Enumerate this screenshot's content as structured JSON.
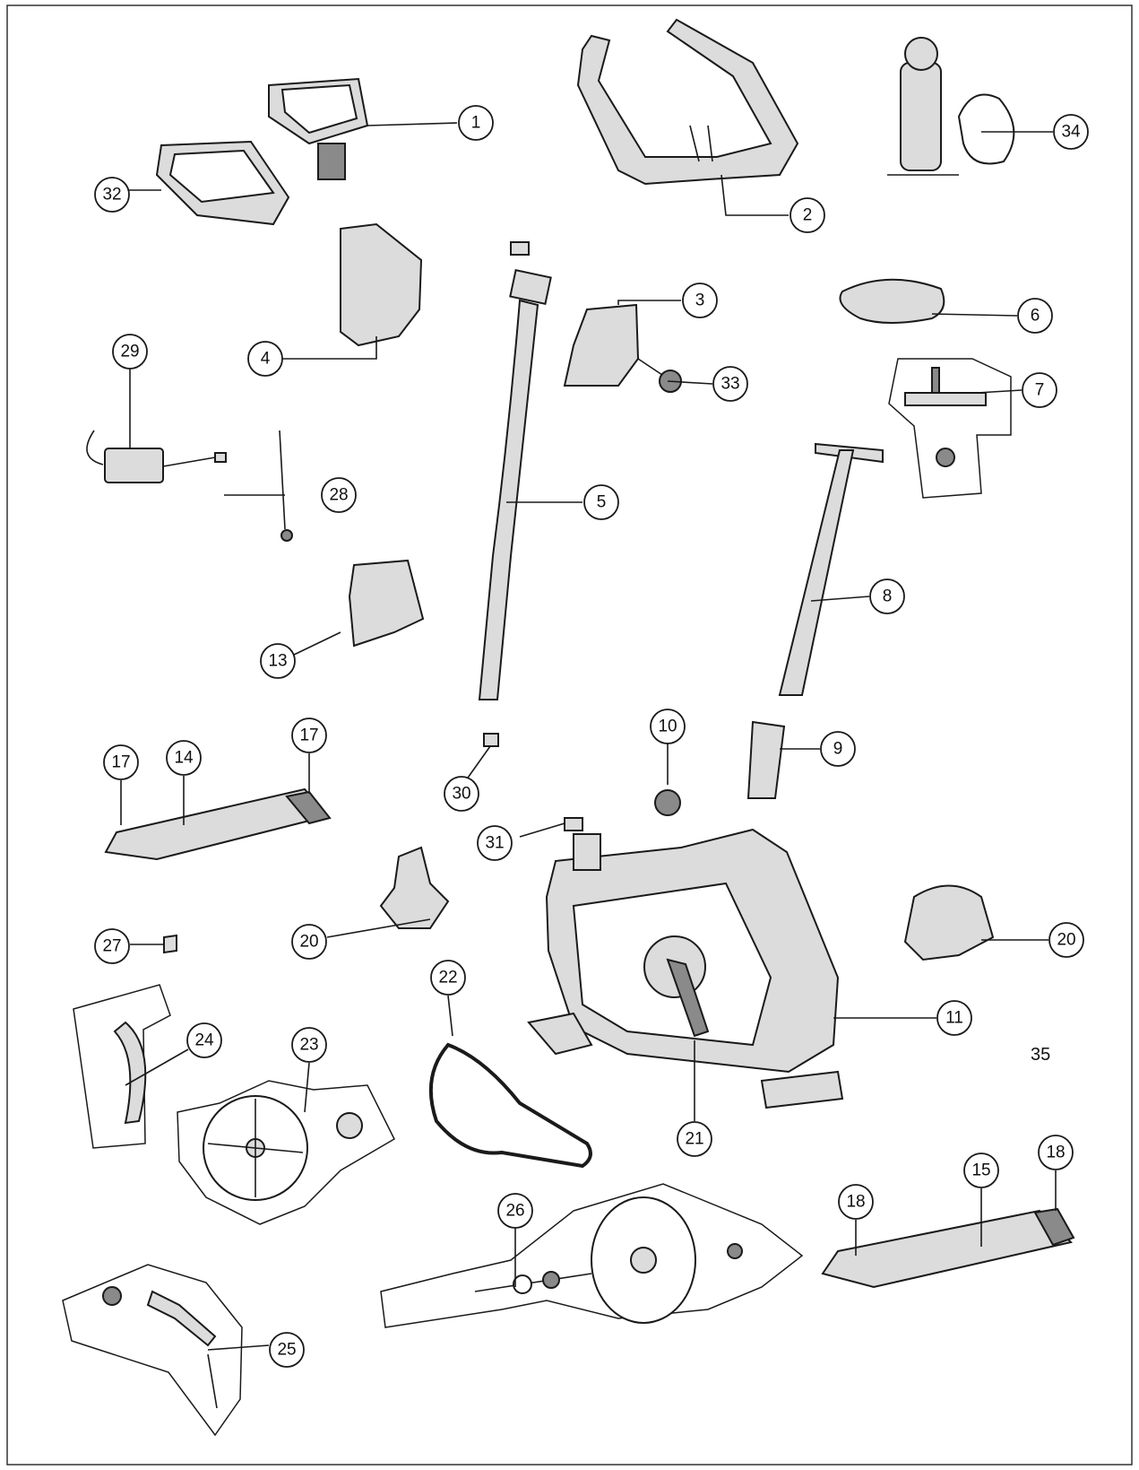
{
  "diagram": {
    "callouts": [
      "1",
      "2",
      "3",
      "4",
      "5",
      "6",
      "7",
      "8",
      "9",
      "10",
      "11",
      "13",
      "14",
      "15",
      "17",
      "17",
      "18",
      "18",
      "20",
      "20",
      "21",
      "22",
      "23",
      "24",
      "25",
      "26",
      "27",
      "28",
      "29",
      "30",
      "31",
      "32",
      "33",
      "34"
    ],
    "standalone_label": "35"
  }
}
